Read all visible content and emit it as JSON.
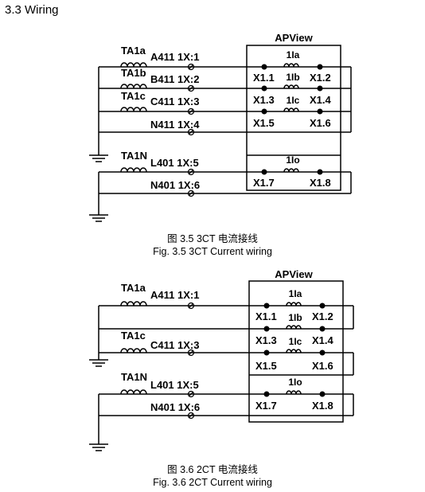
{
  "section_heading": "3.3 Wiring",
  "fig35": {
    "device": "APView",
    "ct_labels": [
      "TA1a",
      "TA1b",
      "TA1c",
      "TA1N"
    ],
    "terminal_labels": [
      "A411 1X:1",
      "B411 1X:2",
      "C411 1X:3",
      "N411 1X:4",
      "L401 1X:5",
      "N401 1X:6"
    ],
    "coil_labels": [
      "1Ia",
      "1Ib",
      "1Ic",
      "1Io"
    ],
    "pin_labels": [
      "X1.1",
      "X1.2",
      "X1.3",
      "X1.4",
      "X1.5",
      "X1.6",
      "X1.7",
      "X1.8"
    ],
    "caption_cn": "图 3.5 3CT 电流接线",
    "caption_en": "Fig. 3.5 3CT Current wiring"
  },
  "fig36": {
    "device": "APView",
    "ct_labels": [
      "TA1a",
      "TA1c",
      "TA1N"
    ],
    "terminal_labels": [
      "A411 1X:1",
      "C411 1X:3",
      "L401 1X:5",
      "N401 1X:6"
    ],
    "coil_labels": [
      "1Ia",
      "1Ib",
      "1Ic",
      "1Io"
    ],
    "pin_labels": [
      "X1.1",
      "X1.2",
      "X1.3",
      "X1.4",
      "X1.5",
      "X1.6",
      "X1.7",
      "X1.8"
    ],
    "caption_cn": "图 3.6 2CT 电流接线",
    "caption_en": "Fig. 3.6 2CT Current wiring"
  }
}
